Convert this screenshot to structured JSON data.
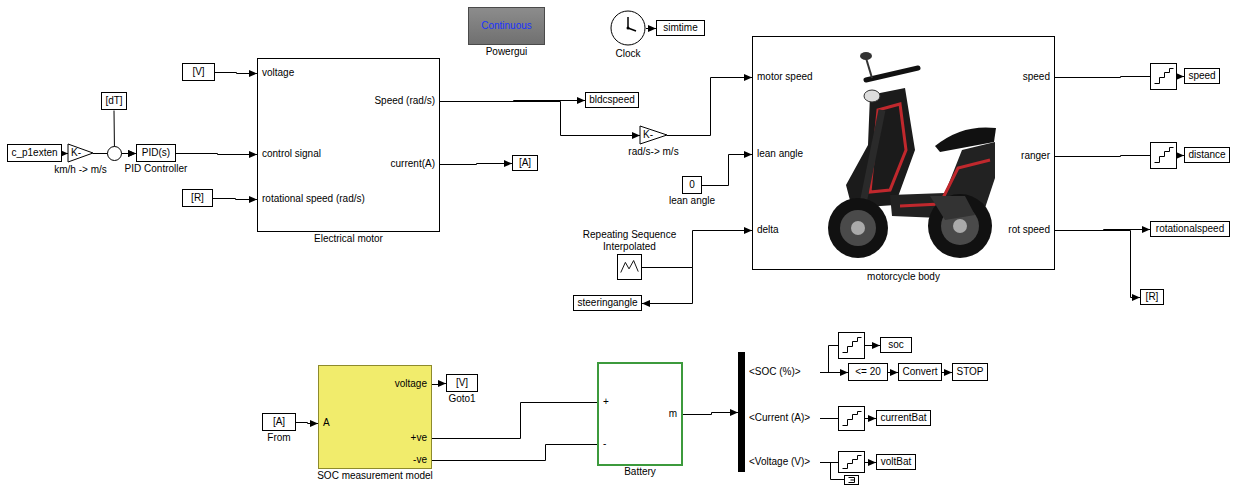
{
  "diagram": {
    "nodes": [
      {
        "text": [
          "Continuous",
          "Powergui"
        ]
      },
      {
        "text": [
          "Clock"
        ]
      },
      {
        "text": [
          "simtime"
        ]
      },
      {
        "text": [
          "[V]"
        ]
      },
      {
        "text": [
          "c_p1exten"
        ]
      },
      {
        "text": [
          "K-",
          "km/h -> m/s"
        ]
      },
      {
        "text": [
          "[dT]"
        ]
      },
      {
        "text": [
          "PID(s)",
          "PID Controller"
        ]
      },
      {
        "text": [
          "[R]"
        ]
      },
      {
        "text": [
          "voltage",
          "control signal",
          "rotational speed (rad/s)",
          "Speed (rad/s)",
          "current(A)",
          "Electrical motor"
        ]
      },
      {
        "text": [
          "bldcspeed"
        ]
      },
      {
        "text": [
          "K-",
          "rad/s-> m/s"
        ]
      },
      {
        "text": [
          "[A]"
        ]
      },
      {
        "text": [
          "0",
          "lean angle"
        ]
      },
      {
        "text": [
          "Repeating Sequence Interpolated"
        ]
      },
      {
        "text": [
          "steeringangle"
        ]
      },
      {
        "text": [
          "motor speed",
          "lean angle",
          "delta",
          "speed",
          "ranger",
          "rot speed",
          "motorcycle body"
        ]
      },
      {
        "text": [
          "speed"
        ]
      },
      {
        "text": [
          "distance"
        ]
      },
      {
        "text": [
          "rotationalspeed"
        ]
      },
      {
        "text": [
          "[R]"
        ]
      },
      {
        "text": [
          "[A]",
          "From"
        ]
      },
      {
        "text": [
          "A",
          "voltage",
          "+ve",
          "-ve",
          "SOC measurement model"
        ]
      },
      {
        "text": [
          "[V]",
          "Goto1"
        ]
      },
      {
        "text": [
          "+",
          "-",
          "m",
          "Battery"
        ]
      },
      {
        "text": [
          "<SOC (%)>",
          "<Current (A)>",
          "<Voltage (V)>"
        ]
      },
      {
        "text": [
          "soc"
        ]
      },
      {
        "text": [
          "<= 20"
        ]
      },
      {
        "text": [
          "Convert"
        ]
      },
      {
        "text": [
          "STOP"
        ]
      },
      {
        "text": [
          "currentBat"
        ]
      },
      {
        "text": [
          "voltBat"
        ]
      }
    ],
    "edges": [
      {
        "from": 4,
        "to": 5,
        "arrow": "to"
      },
      {
        "from": 5,
        "to": 7,
        "arrow": "to"
      },
      {
        "from": 6,
        "to": 7,
        "arrow": "to"
      },
      {
        "from": 7,
        "to": 9,
        "arrow": "to"
      },
      {
        "from": 3,
        "to": 9,
        "arrow": "to"
      },
      {
        "from": 8,
        "to": 9,
        "arrow": "to"
      },
      {
        "from": 9,
        "to": 10,
        "arrow": "to"
      },
      {
        "from": 9,
        "to": 11,
        "arrow": "to"
      },
      {
        "from": 9,
        "to": 12,
        "arrow": "to"
      },
      {
        "from": 11,
        "to": 16,
        "arrow": "to"
      },
      {
        "from": 13,
        "to": 16,
        "arrow": "to"
      },
      {
        "from": 14,
        "to": 16,
        "arrow": "to"
      },
      {
        "from": 14,
        "to": 15,
        "arrow": "to"
      },
      {
        "from": 16,
        "to": 17,
        "arrow": "to"
      },
      {
        "from": 16,
        "to": 18,
        "arrow": "to"
      },
      {
        "from": 16,
        "to": 19,
        "arrow": "to"
      },
      {
        "from": 16,
        "to": 20,
        "arrow": "to"
      },
      {
        "from": 1,
        "to": 2,
        "arrow": "to"
      },
      {
        "from": 21,
        "to": 22,
        "arrow": "to"
      },
      {
        "from": 22,
        "to": 23,
        "arrow": "to"
      },
      {
        "from": 22,
        "to": 24,
        "arrow": "none"
      },
      {
        "from": 22,
        "to": 24,
        "arrow": "none"
      },
      {
        "from": 24,
        "to": 25,
        "arrow": "to"
      },
      {
        "from": 25,
        "to": 26,
        "arrow": "to"
      },
      {
        "from": 25,
        "to": 27,
        "arrow": "to"
      },
      {
        "from": 27,
        "to": 28,
        "arrow": "to"
      },
      {
        "from": 28,
        "to": 29,
        "arrow": "to"
      },
      {
        "from": 25,
        "to": 30,
        "arrow": "to"
      },
      {
        "from": 25,
        "to": 31,
        "arrow": "to"
      }
    ]
  }
}
